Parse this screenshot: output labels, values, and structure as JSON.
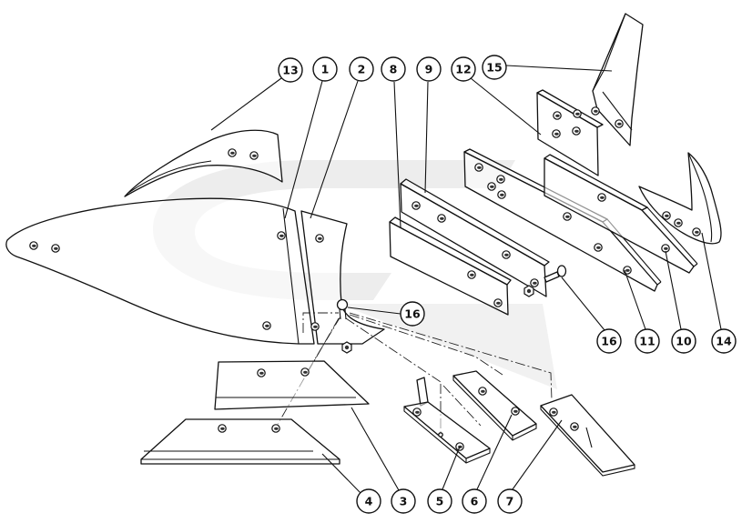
{
  "callouts": {
    "c1": "1",
    "c2": "2",
    "c3": "3",
    "c4": "4",
    "c5": "5",
    "c6": "6",
    "c7": "7",
    "c8": "8",
    "c9": "9",
    "c10": "10",
    "c11": "11",
    "c12": "12",
    "c13": "13",
    "c14": "14",
    "c15": "15",
    "c16_upper": "16",
    "c16_right": "16"
  },
  "colors": {
    "line": "#111111",
    "background": "#ffffff",
    "watermark": "#ededed"
  }
}
